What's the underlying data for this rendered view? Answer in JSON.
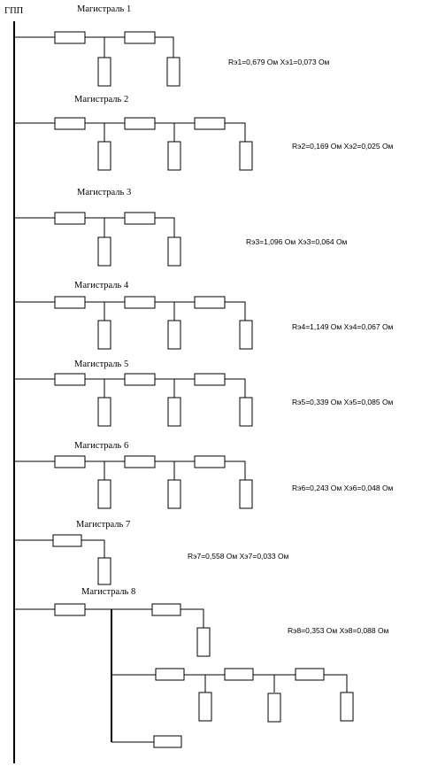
{
  "bus_label": "ГПП",
  "magistrals": [
    {
      "title": "Магистраль 1",
      "params": "Rэ1=0,679 Ом  Xэ1=0,073 Ом"
    },
    {
      "title": "Магистраль 2",
      "params": "Rэ2=0,169 Ом  Xэ2=0,025 Ом"
    },
    {
      "title": "Магистраль 3",
      "params": "Rэ3=1,096 Ом  Xэ3=0,064 Ом"
    },
    {
      "title": "Магистраль 4",
      "params": "Rэ4=1,149 Ом  Xэ4=0,067 Ом"
    },
    {
      "title": "Магистраль 5",
      "params": "Rэ5=0,339 Ом  Xэ5=0,085 Ом"
    },
    {
      "title": "Магистраль 6",
      "params": "Rэ6=0,243 Ом  Xэ6=0,048 Ом"
    },
    {
      "title": "Магистраль 7",
      "params": "Rэ7=0,558 Ом  Xэ7=0,033 Ом"
    },
    {
      "title": "Магистраль 8",
      "params": "Rэ8=0,353 Ом  Xэ8=0,088 Ом"
    }
  ]
}
